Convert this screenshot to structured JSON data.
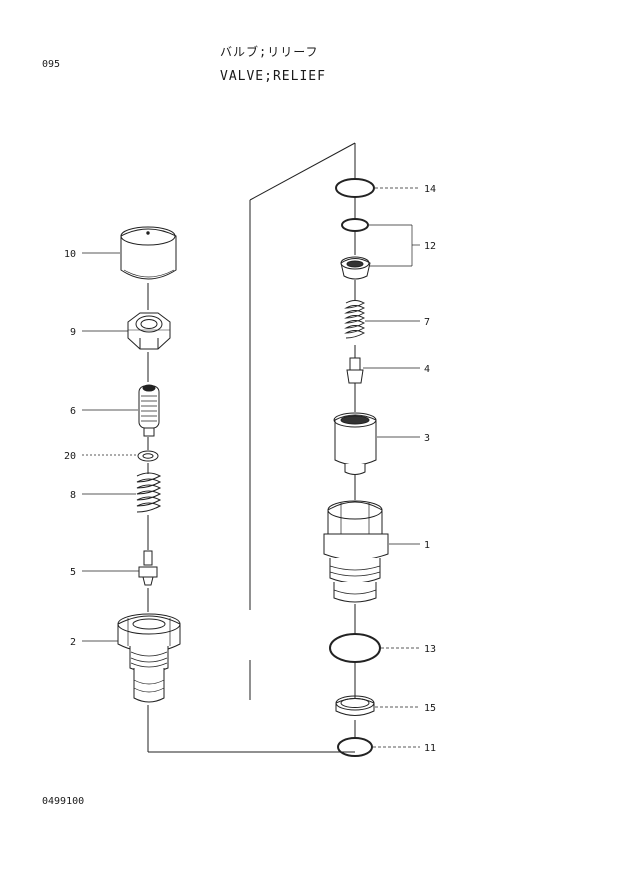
{
  "header": {
    "page_number": "095",
    "title_jp": "バルブ;リリーフ",
    "title_en": "VALVE;RELIEF"
  },
  "footer": {
    "drawing_number": "0499100"
  },
  "callouts": {
    "c1": "1",
    "c2": "2",
    "c3": "3",
    "c4": "4",
    "c5": "5",
    "c6": "6",
    "c7": "7",
    "c8": "8",
    "c9": "9",
    "c10": "10",
    "c11": "11",
    "c12": "12",
    "c13": "13",
    "c14": "14",
    "c15": "15",
    "c20": "20"
  }
}
